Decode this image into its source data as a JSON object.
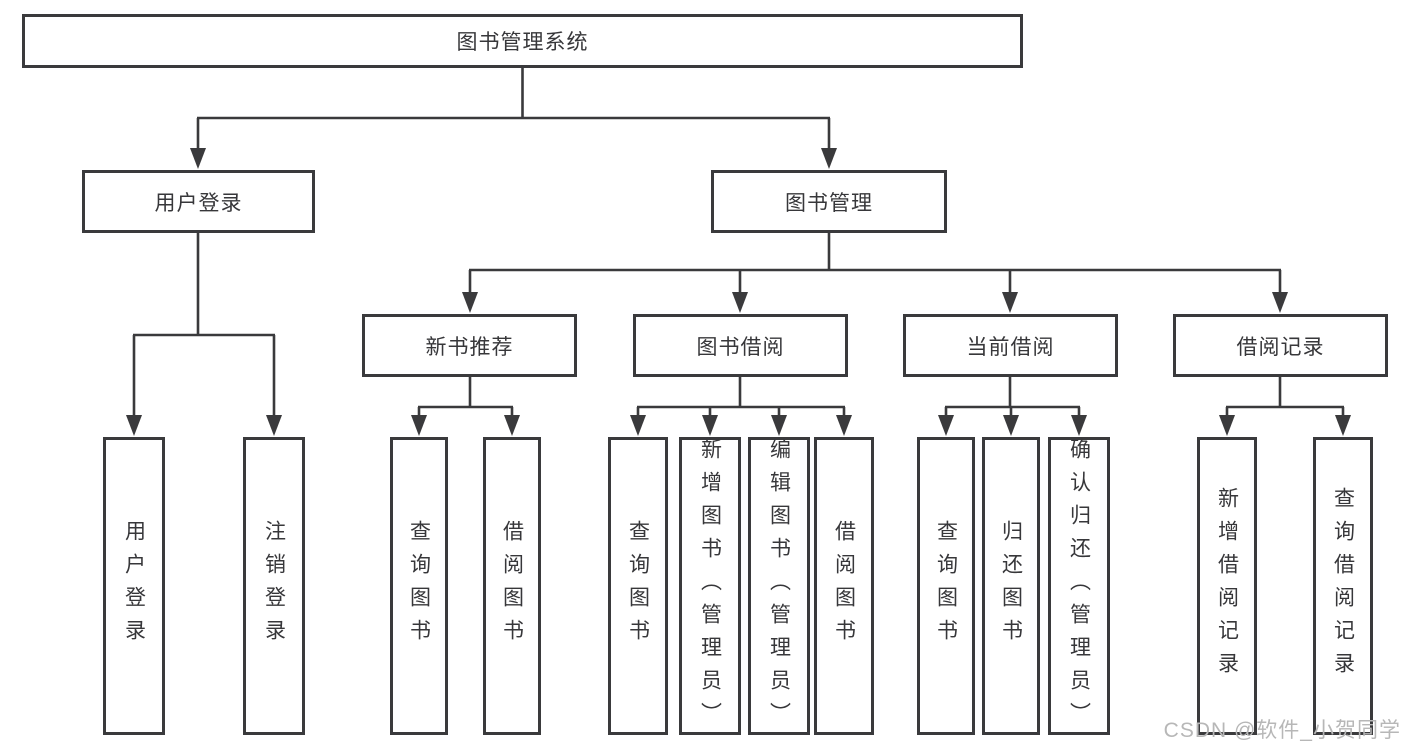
{
  "root": {
    "label": "图书管理系统"
  },
  "user_login": {
    "label": "用户登录",
    "children": {
      "login": "用户登录",
      "logout": "注销登录"
    }
  },
  "book_management": {
    "label": "图书管理"
  },
  "new_book_recommend": {
    "label": "新书推荐",
    "children": {
      "query": "查询图书",
      "borrow": "借阅图书"
    }
  },
  "book_borrow": {
    "label": "图书借阅",
    "children": {
      "query": "查询图书",
      "add": "新增图书（管理员）",
      "edit": "编辑图书（管理员）",
      "borrow": "借阅图书"
    }
  },
  "current_borrow": {
    "label": "当前借阅",
    "children": {
      "query": "查询图书",
      "return": "归还图书",
      "confirm_return": "确认归还（管理员）"
    }
  },
  "borrow_record": {
    "label": "借阅记录",
    "children": {
      "add": "新增借阅记录",
      "query": "查询借阅记录"
    }
  },
  "watermark": {
    "label": "CSDN @软件_小贺同学"
  },
  "colors": {
    "line": "#3a3a3c",
    "box_border": "#3a3a3c",
    "text": "#37373a",
    "watermark": "#b7b7b7",
    "background": "#ffffff"
  }
}
